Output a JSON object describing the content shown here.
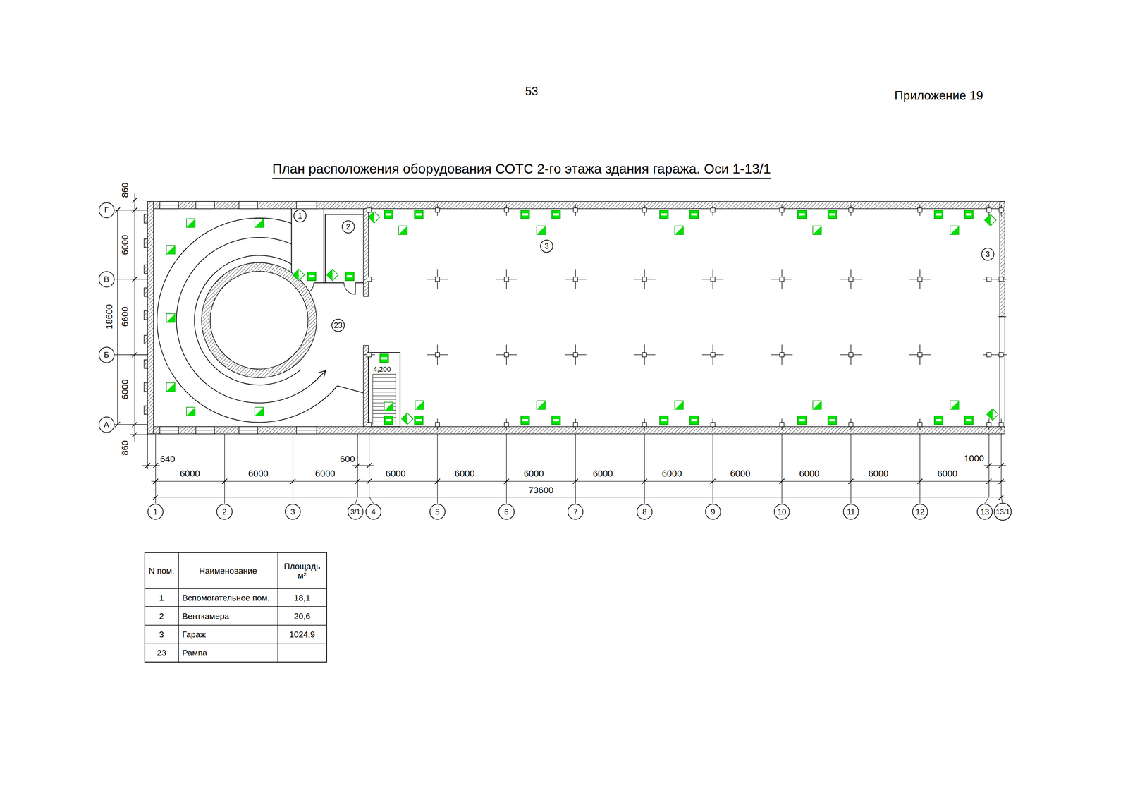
{
  "diagram": {
    "title": "План расположения оборудования СОТС 2-го этажа здания гаража. Оси 1-13/1",
    "nodes": [
      {
        "text": [
          "Г"
        ]
      },
      {
        "text": [
          "В"
        ]
      },
      {
        "text": [
          "Б"
        ]
      },
      {
        "text": [
          "А"
        ]
      },
      {
        "text": [
          "1"
        ]
      },
      {
        "text": [
          "2"
        ]
      },
      {
        "text": [
          "3"
        ]
      },
      {
        "text": [
          "3"
        ]
      },
      {
        "text": [
          "23"
        ]
      },
      {
        "text": [
          "1"
        ]
      },
      {
        "text": [
          "2"
        ]
      },
      {
        "text": [
          "3"
        ]
      },
      {
        "text": [
          "3/1"
        ]
      },
      {
        "text": [
          "4"
        ]
      },
      {
        "text": [
          "5"
        ]
      },
      {
        "text": [
          "6"
        ]
      },
      {
        "text": [
          "7"
        ]
      },
      {
        "text": [
          "8"
        ]
      },
      {
        "text": [
          "9"
        ]
      },
      {
        "text": [
          "10"
        ]
      },
      {
        "text": [
          "11"
        ]
      },
      {
        "text": [
          "12"
        ]
      },
      {
        "text": [
          "13"
        ]
      },
      {
        "text": [
          "13/1"
        ]
      }
    ],
    "labels": [
      "53",
      "Приложение 19",
      "860",
      "6000",
      "6600",
      "6000",
      "860",
      "18600",
      "640",
      "600",
      "1000",
      "6000",
      "6000",
      "6000",
      "6000",
      "6000",
      "6000",
      "6000",
      "6000",
      "6000",
      "6000",
      "6000",
      "6000",
      "73600",
      "4,200",
      "N пом.",
      "Наименование",
      "Площадь м²",
      "1",
      "Вспомогательное пом.",
      "18,1",
      "2",
      "Венткамера",
      "20,6",
      "3",
      "Гараж",
      "1024,9",
      "23",
      "Рампа",
      ""
    ]
  }
}
